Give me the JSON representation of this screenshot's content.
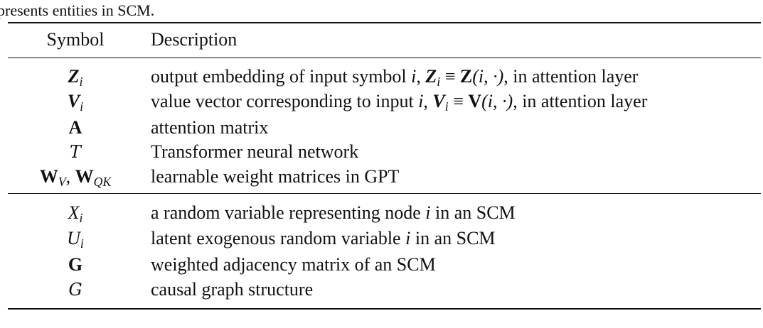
{
  "caption_fragment": "presents entities in SCM.",
  "header": {
    "symbol": "Symbol",
    "description": "Description"
  },
  "rows": [
    {
      "sym_main": "Z",
      "sym_sub": "i",
      "pre": "output embedding of input symbol ",
      "var": "i",
      "comma": ", ",
      "eq_l": "Z",
      "eq_l_sub": "i",
      "eq_op": " ≡ ",
      "eq_r": "Z",
      "eq_args": "(i, ·)",
      "post": ", in attention layer"
    },
    {
      "sym_main": "V",
      "sym_sub": "i",
      "pre": "value vector corresponding to input ",
      "var": "i",
      "comma": ", ",
      "eq_l": "V",
      "eq_l_sub": "i",
      "eq_op": " ≡ ",
      "eq_r": "V",
      "eq_args": "(i, ·)",
      "post": ", in attention layer"
    },
    {
      "sym_main": "A",
      "desc": "attention matrix"
    },
    {
      "sym_main": "T",
      "desc": "Transformer neural network"
    },
    {
      "sym_a": "W",
      "sym_a_sub": "V",
      "sym_sep": ", ",
      "sym_b": "W",
      "sym_b_sub": "QK",
      "desc": "learnable weight matrices in GPT"
    },
    {
      "sym_main": "X",
      "sym_sub": "i",
      "pre": "a random variable representing node ",
      "var": "i",
      "post": " in an SCM"
    },
    {
      "sym_main": "U",
      "sym_sub": "i",
      "pre": "latent exogenous random variable ",
      "var": "i",
      "post": " in an SCM"
    },
    {
      "sym_main": "G",
      "desc": "weighted adjacency matrix of an SCM"
    },
    {
      "sym_main": "G",
      "desc": "causal graph structure"
    }
  ]
}
